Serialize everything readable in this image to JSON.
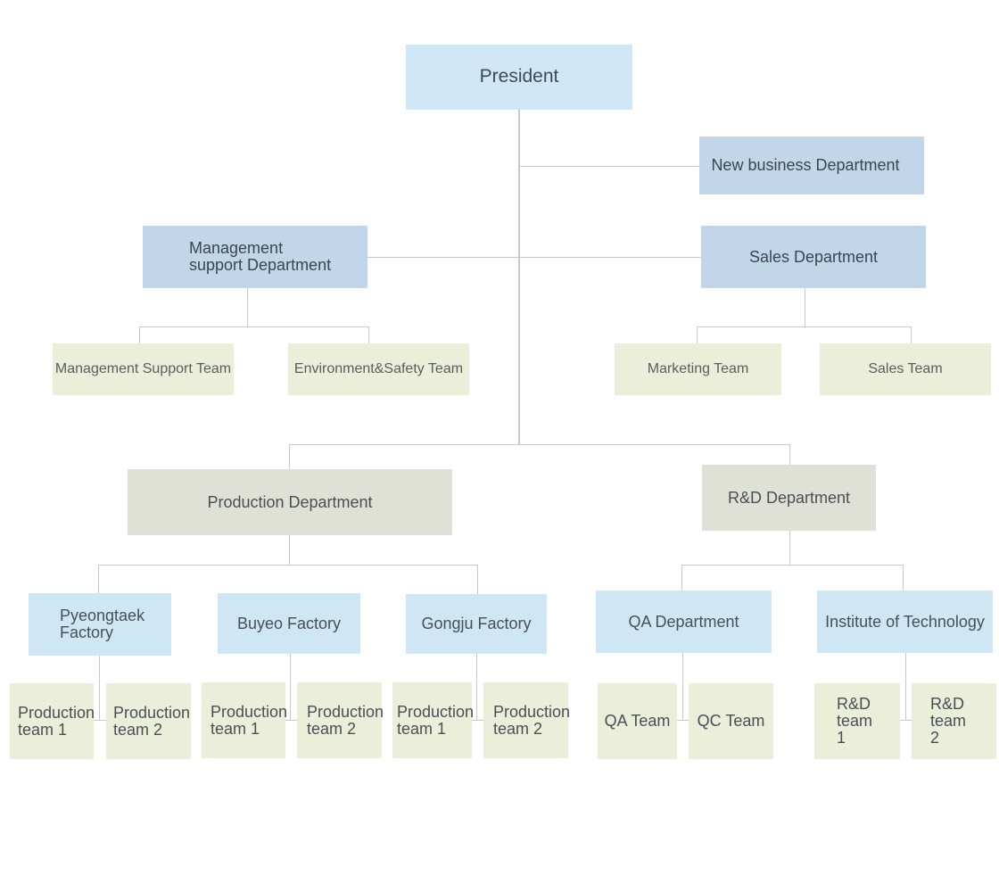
{
  "org": {
    "president": "President",
    "new_business": "New business Department",
    "management_support": "Management support Department",
    "sales_dept": "Sales Department",
    "mgmt_support_team": "Management Support Team",
    "env_safety_team": "Environment&Safety Team",
    "marketing_team": "Marketing Team",
    "sales_team": "Sales Team",
    "production_dept": "Production Department",
    "rnd_dept": "R&D Department",
    "pyeongtaek": "Pyeongtaek Factory",
    "buyeo": "Buyeo Factory",
    "gongju": "Gongju Factory",
    "qa_dept": "QA Department",
    "institute": "Institute of Technology",
    "p_team1_a": "Production team 1",
    "p_team2_a": "Production team 2",
    "p_team1_b": "Production team 1",
    "p_team2_b": "Production team 2",
    "p_team1_c": "Production team 1",
    "p_team2_c": "Production team 2",
    "qa_team": "QA Team",
    "qc_team": "QC Team",
    "rnd_team1": "R&D team 1",
    "rnd_team2": "R&D team 2"
  }
}
